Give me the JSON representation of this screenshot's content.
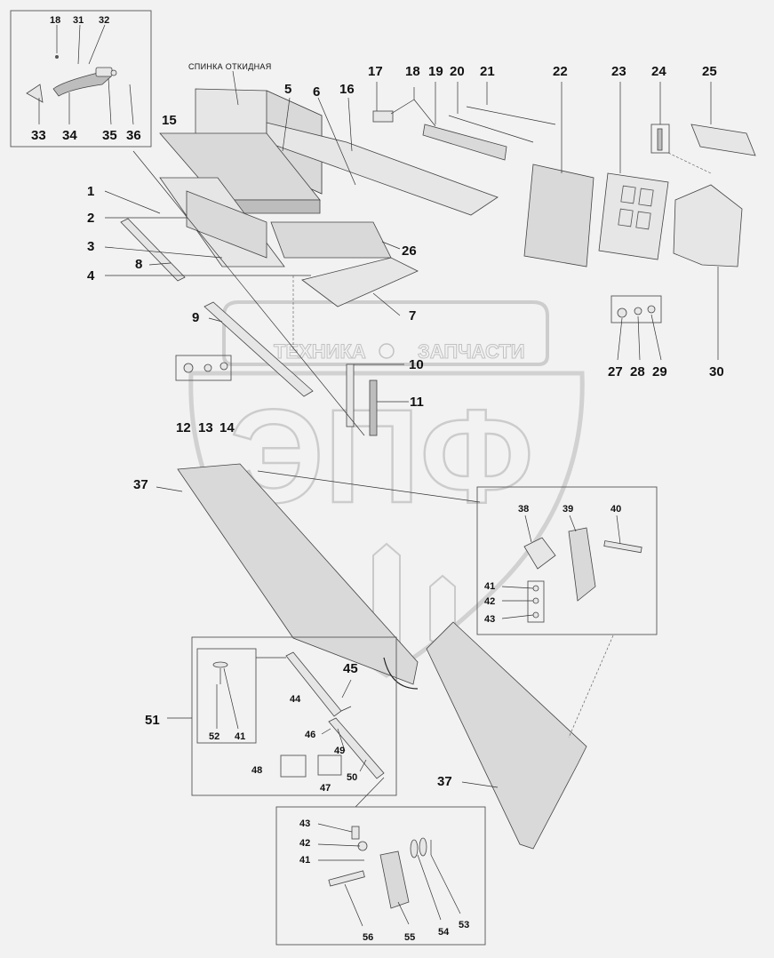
{
  "caption": "СПИНКА ОТКИДНАЯ",
  "watermark": {
    "line_left": "ТЕХНИКА",
    "line_right": "ЗАПЧАСТИ",
    "big_letters": "ЭПФ"
  },
  "labels": [
    "1",
    "2",
    "3",
    "4",
    "5",
    "6",
    "7",
    "8",
    "9",
    "10",
    "11",
    "12",
    "13",
    "14",
    "15",
    "16",
    "17",
    "18",
    "19",
    "20",
    "21",
    "22",
    "23",
    "24",
    "25",
    "26",
    "27",
    "28",
    "29",
    "30",
    "31",
    "32",
    "33",
    "34",
    "35",
    "36",
    "37",
    "38",
    "39",
    "40",
    "41",
    "42",
    "43",
    "44",
    "45",
    "46",
    "47",
    "48",
    "49",
    "50",
    "51",
    "52",
    "53",
    "54",
    "55",
    "56"
  ],
  "inset_labels": {
    "top_left": [
      "18",
      "31",
      "32",
      "33",
      "34",
      "35",
      "36"
    ],
    "hinge": [
      "38",
      "39",
      "40",
      "41",
      "42",
      "43"
    ],
    "strut": [
      "41",
      "44",
      "45",
      "46",
      "47",
      "48",
      "49",
      "50",
      "51",
      "52"
    ],
    "bracket": [
      "41",
      "42",
      "43",
      "53",
      "54",
      "55",
      "56"
    ]
  },
  "colors": {
    "background": "#f2f2f2",
    "line": "#333333",
    "part_fill": "#d9d9d9",
    "watermark": "#a0a0a0"
  }
}
